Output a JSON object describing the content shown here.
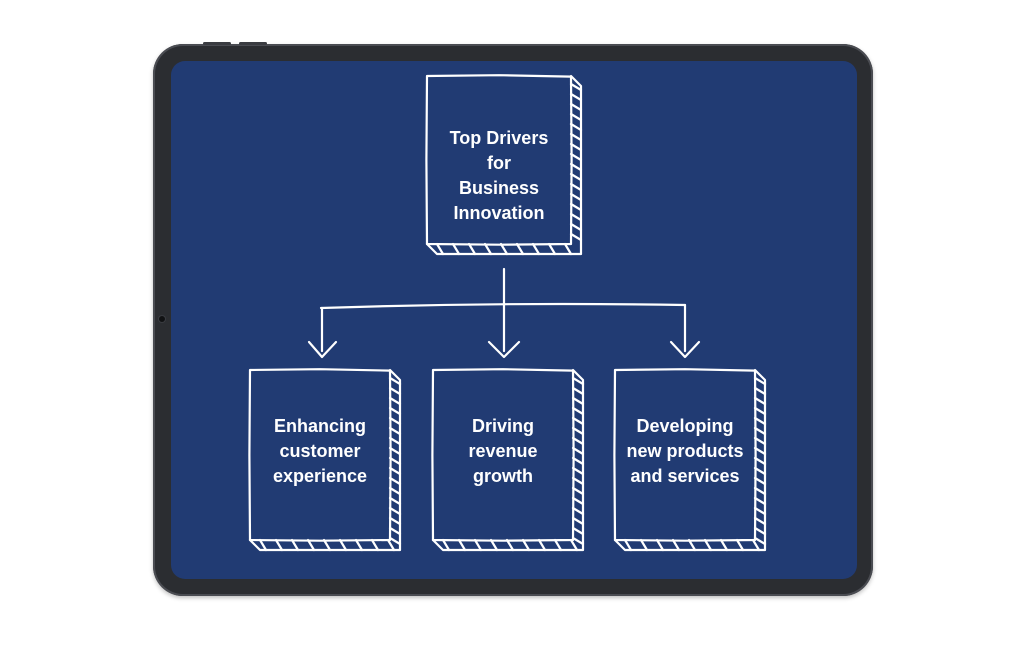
{
  "colors": {
    "screen_background": "#213b73",
    "line_color": "#ffffff",
    "text_color": "#ffffff",
    "device_frame": "#2b2d31"
  },
  "diagram": {
    "type": "hierarchy",
    "root": {
      "label": "Top Drivers\nfor\nBusiness\nInnovation"
    },
    "children": [
      {
        "label": "Enhancing\ncustomer\nexperience"
      },
      {
        "label": "Driving\nrevenue\ngrowth"
      },
      {
        "label": "Developing\nnew products\nand services"
      }
    ]
  }
}
